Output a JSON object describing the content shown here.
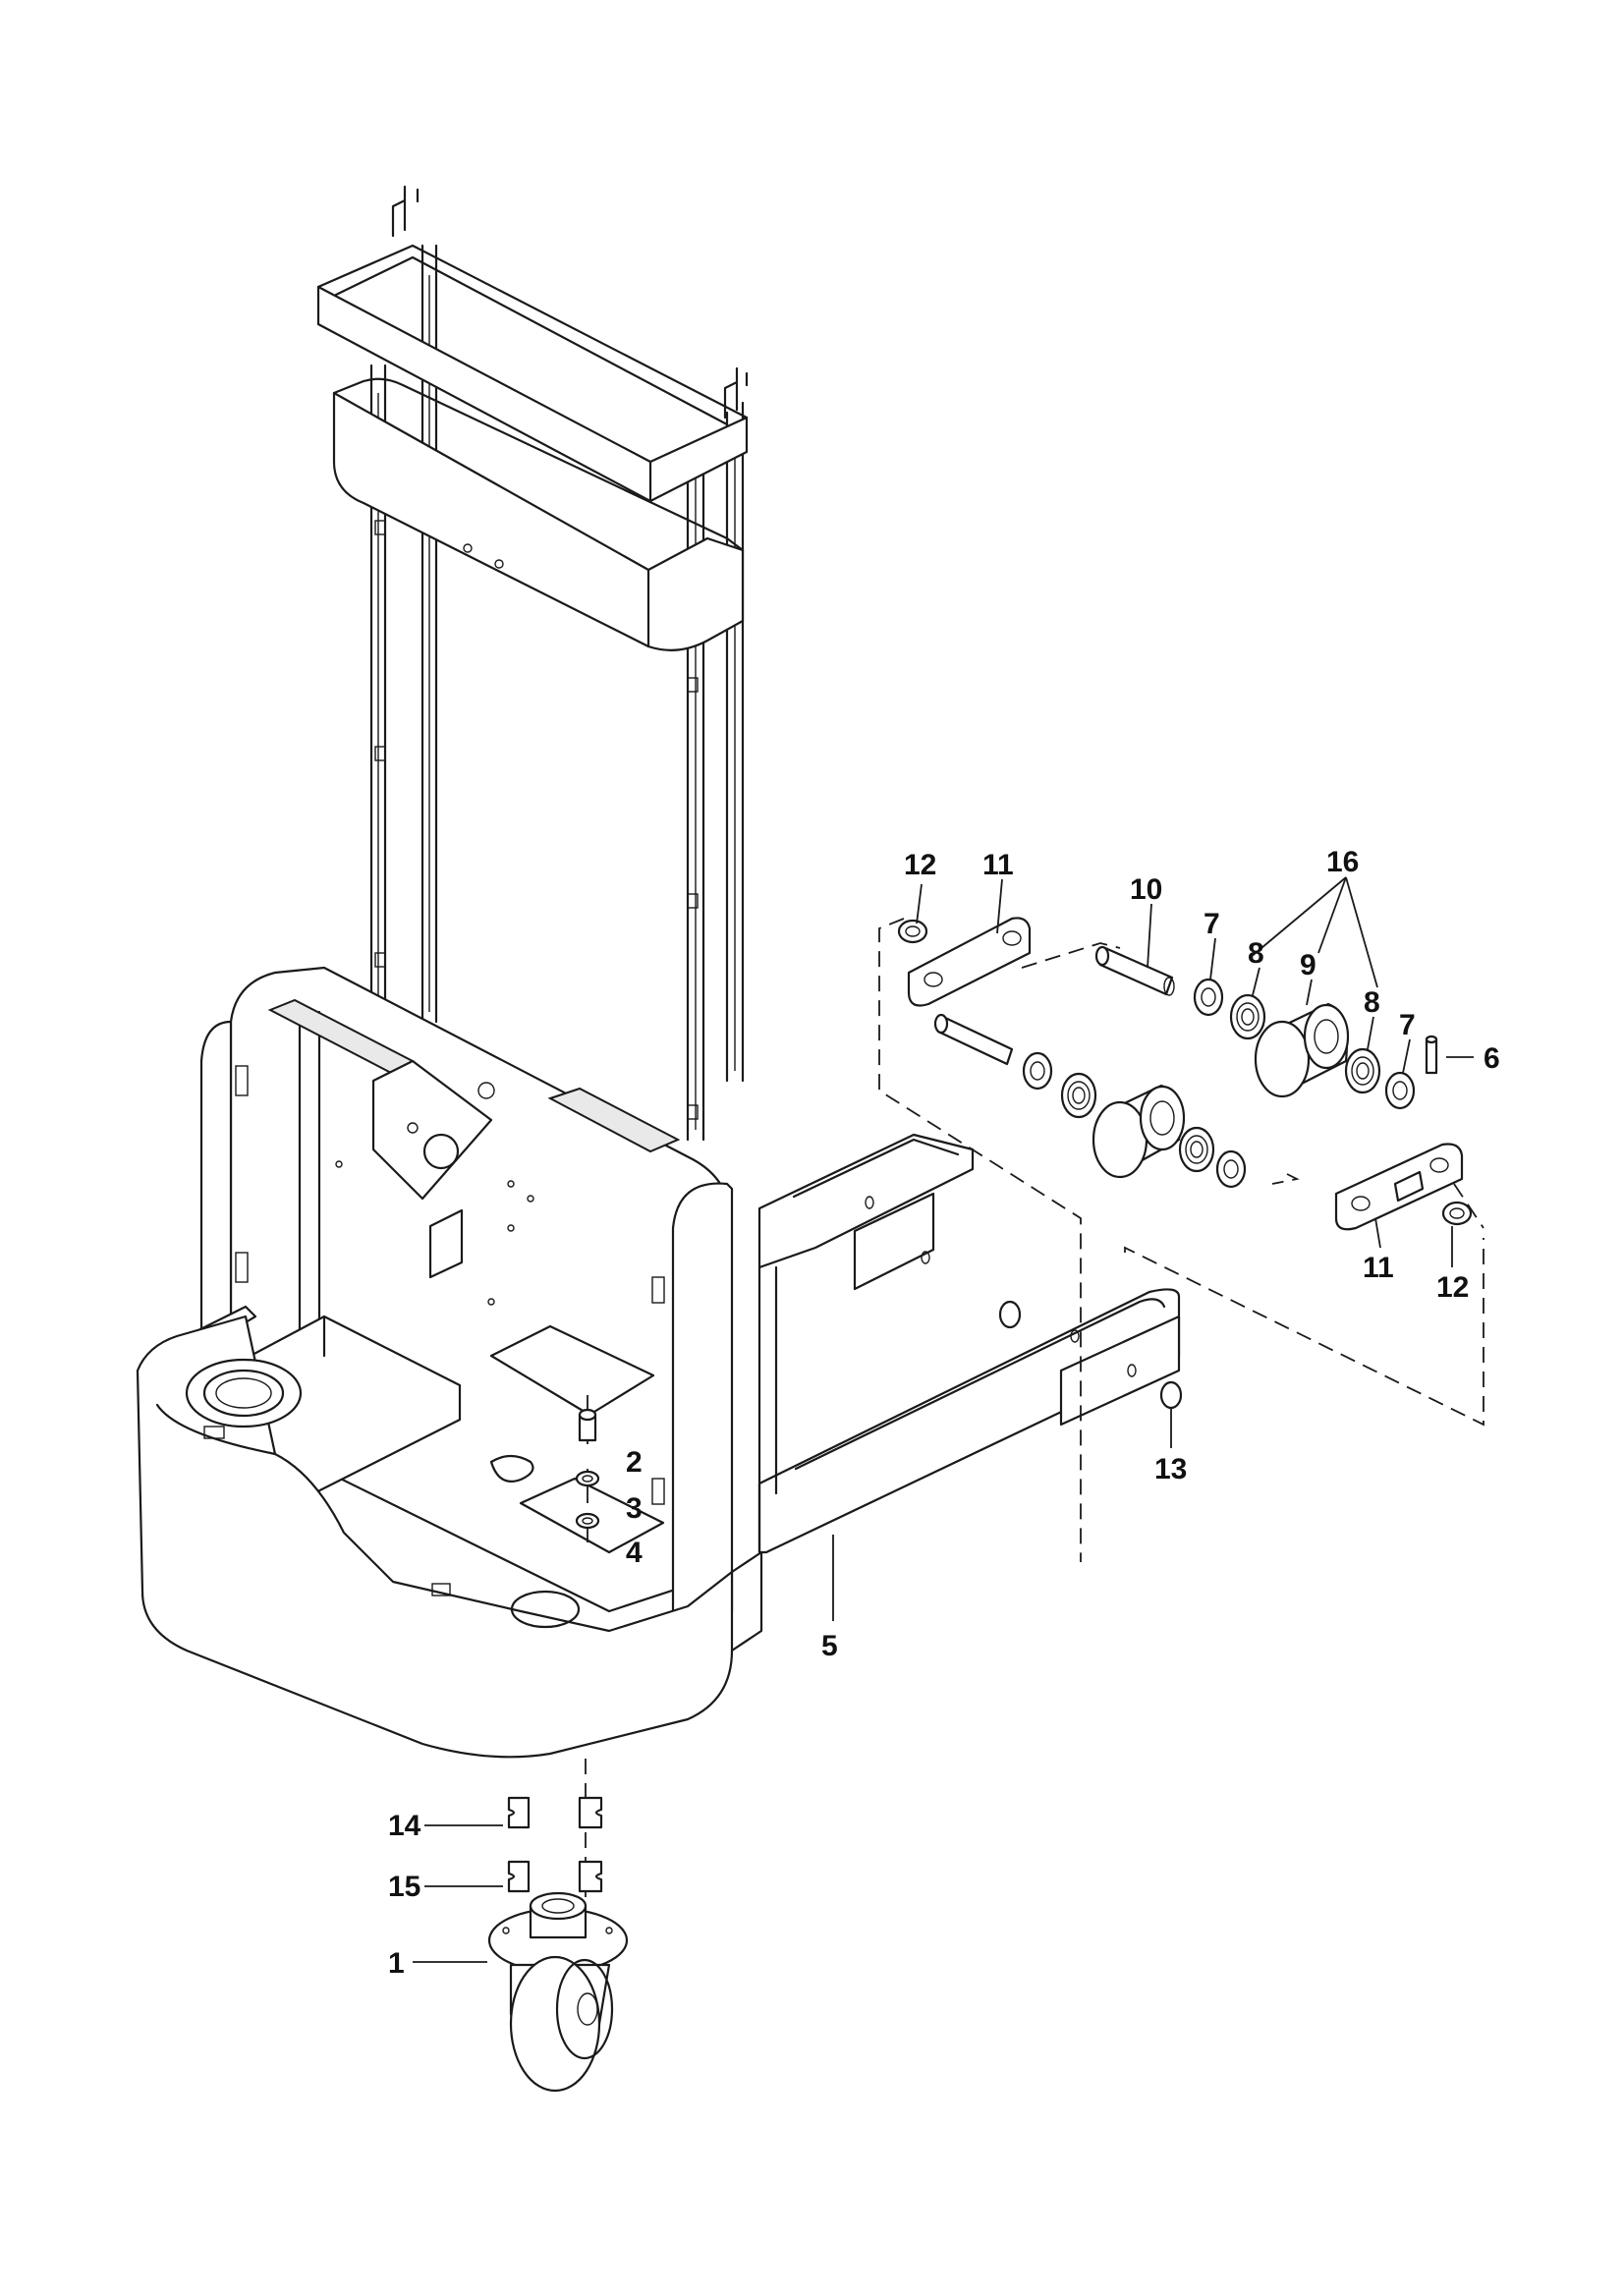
{
  "callouts": {
    "c1": "1",
    "c2": "2",
    "c3": "3",
    "c4": "4",
    "c5": "5",
    "c6": "6",
    "c7a": "7",
    "c7b": "7",
    "c8a": "8",
    "c8b": "8",
    "c9": "9",
    "c10": "10",
    "c11a": "11",
    "c11b": "11",
    "c12a": "12",
    "c12b": "12",
    "c13": "13",
    "c14": "14",
    "c15": "15",
    "c16": "16"
  }
}
